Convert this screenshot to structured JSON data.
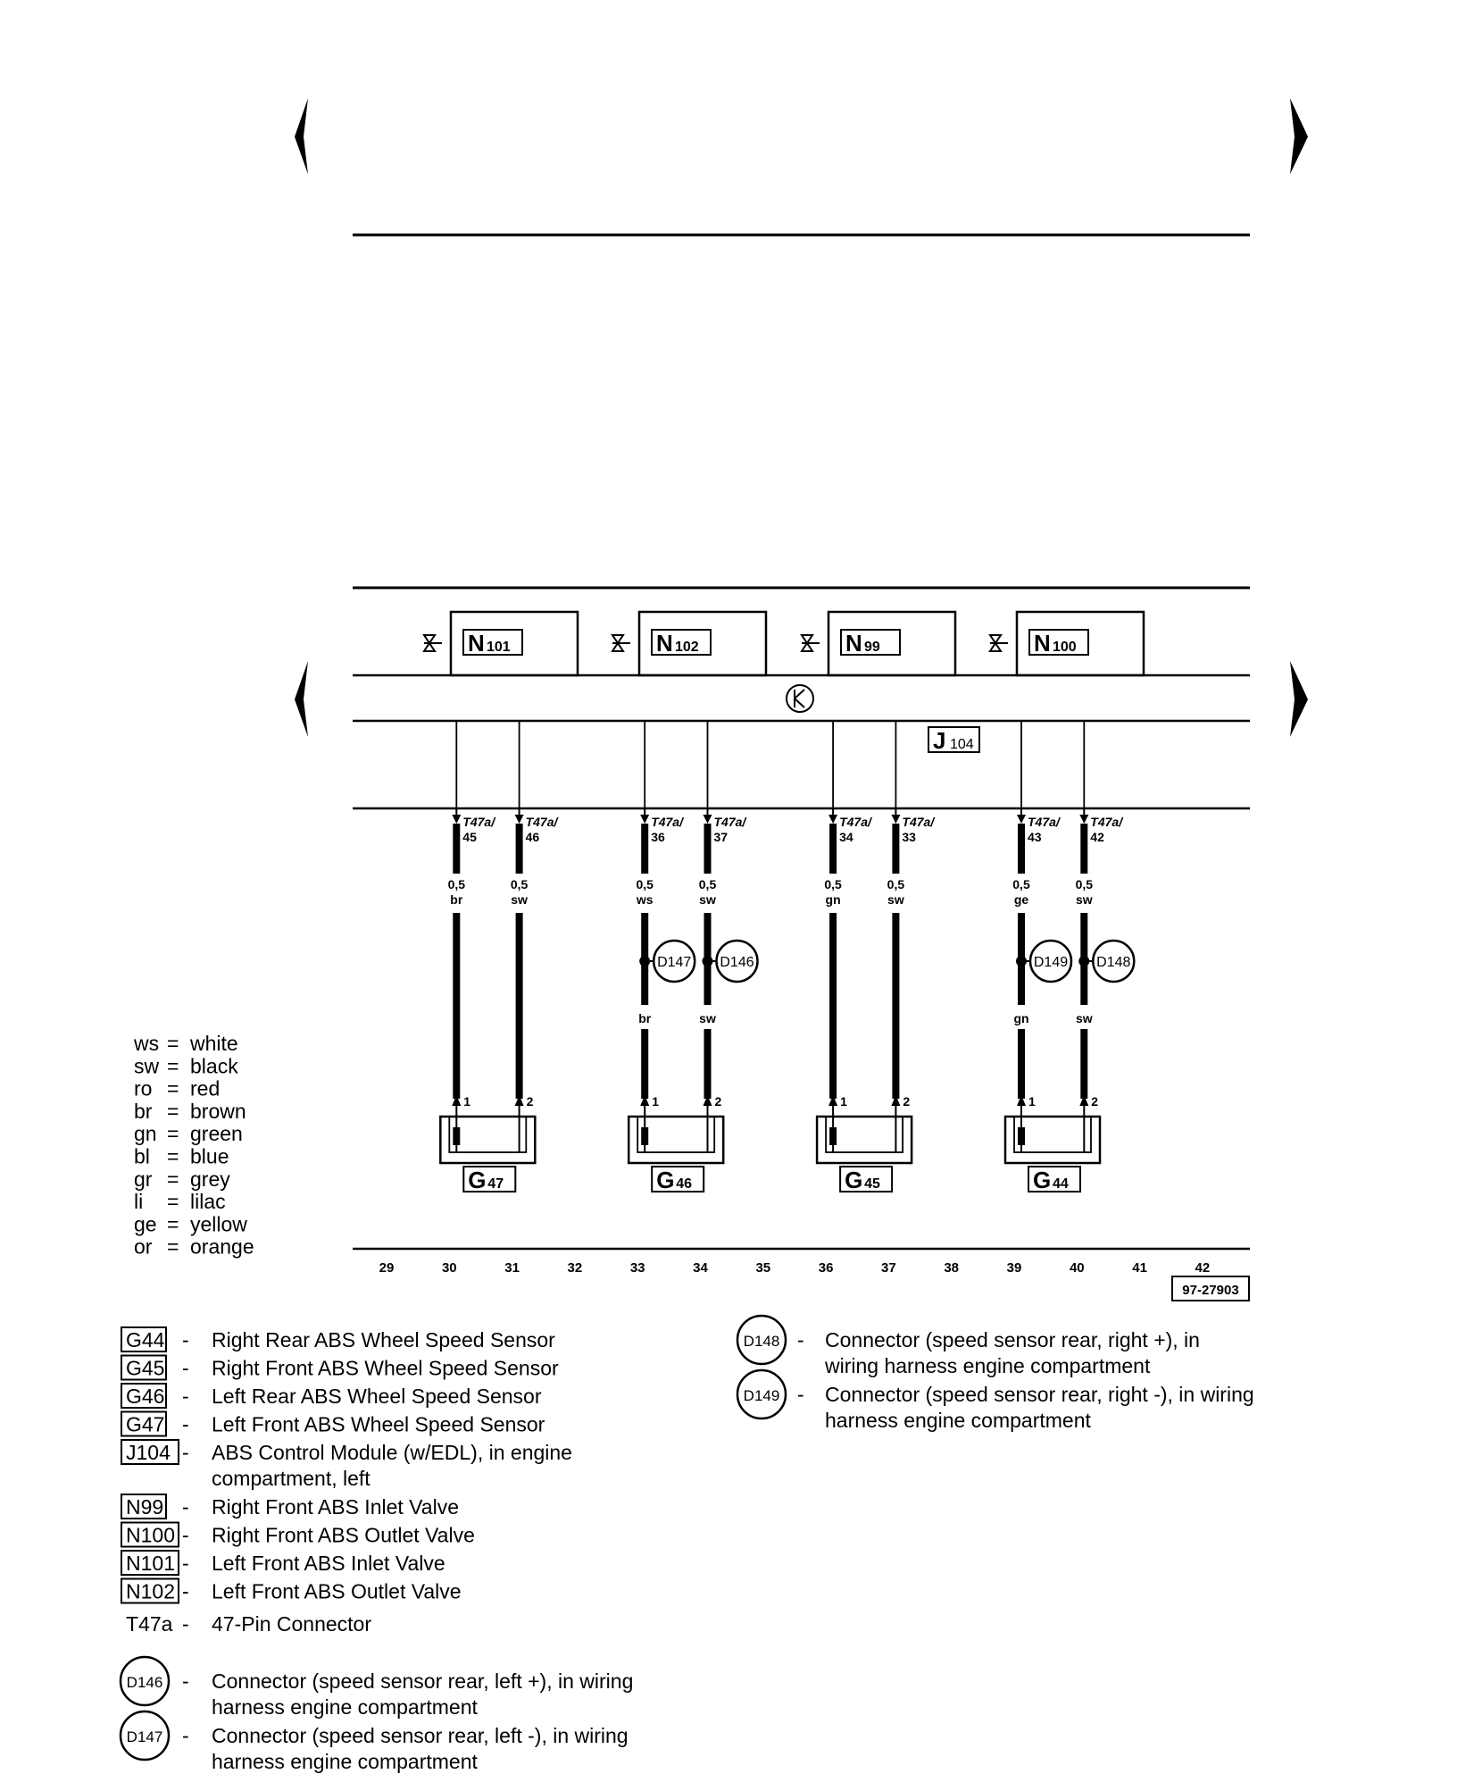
{
  "components": [
    {
      "id": "N",
      "sub": "101"
    },
    {
      "id": "N",
      "sub": "102"
    },
    {
      "id": "N",
      "sub": "99"
    },
    {
      "id": "N",
      "sub": "100"
    }
  ],
  "control_module": {
    "id": "J",
    "sub": "104"
  },
  "pins": [
    {
      "conn": "T47a/",
      "num": "45",
      "size": "0,5",
      "color": "br",
      "lower": "",
      "x": 30
    },
    {
      "conn": "T47a/",
      "num": "46",
      "size": "0,5",
      "color": "sw",
      "lower": "",
      "x": 31
    },
    {
      "conn": "T47a/",
      "num": "36",
      "size": "0,5",
      "color": "ws",
      "lower": "br",
      "x": 33
    },
    {
      "conn": "T47a/",
      "num": "37",
      "size": "0,5",
      "color": "sw",
      "lower": "sw",
      "x": 34
    },
    {
      "conn": "T47a/",
      "num": "34",
      "size": "0,5",
      "color": "gn",
      "lower": "",
      "x": 36
    },
    {
      "conn": "T47a/",
      "num": "33",
      "size": "0,5",
      "color": "sw",
      "lower": "",
      "x": 37
    },
    {
      "conn": "T47a/",
      "num": "43",
      "size": "0,5",
      "color": "ge",
      "lower": "gn",
      "x": 39
    },
    {
      "conn": "T47a/",
      "num": "42",
      "size": "0,5",
      "color": "sw",
      "lower": "sw",
      "x": 40
    }
  ],
  "inline_connectors": [
    "D147",
    "D146",
    "D149",
    "D148"
  ],
  "sensors": [
    {
      "id": "G",
      "sub": "47",
      "pin1": "1",
      "pin2": "2"
    },
    {
      "id": "G",
      "sub": "46",
      "pin1": "1",
      "pin2": "2"
    },
    {
      "id": "G",
      "sub": "45",
      "pin1": "1",
      "pin2": "2"
    },
    {
      "id": "G",
      "sub": "44",
      "pin1": "1",
      "pin2": "2"
    }
  ],
  "color_key": [
    {
      "code": "ws",
      "eq": "=",
      "name": "white"
    },
    {
      "code": "sw",
      "eq": "=",
      "name": "black"
    },
    {
      "code": "ro",
      "eq": "=",
      "name": "red"
    },
    {
      "code": "br",
      "eq": "=",
      "name": "brown"
    },
    {
      "code": "gn",
      "eq": "=",
      "name": "green"
    },
    {
      "code": "bl",
      "eq": "=",
      "name": "blue"
    },
    {
      "code": "gr",
      "eq": "=",
      "name": "grey"
    },
    {
      "code": "li",
      "eq": "=",
      "name": "lilac"
    },
    {
      "code": "ge",
      "eq": "=",
      "name": "yellow"
    },
    {
      "code": "or",
      "eq": "=",
      "name": "orange"
    }
  ],
  "grid_numbers": [
    "29",
    "30",
    "31",
    "32",
    "33",
    "34",
    "35",
    "36",
    "37",
    "38",
    "39",
    "40",
    "41",
    "42"
  ],
  "figure_id": "97-27903",
  "legend_left": [
    {
      "code": "G44",
      "dash": "-",
      "lines": [
        "Right Rear ABS Wheel Speed Sensor"
      ]
    },
    {
      "code": "G45",
      "dash": "-",
      "lines": [
        "Right Front ABS Wheel Speed Sensor"
      ]
    },
    {
      "code": "G46",
      "dash": "-",
      "lines": [
        "Left Rear ABS Wheel Speed Sensor"
      ]
    },
    {
      "code": "G47",
      "dash": "-",
      "lines": [
        "Left Front ABS Wheel Speed Sensor"
      ]
    },
    {
      "code": "J104",
      "dash": "-",
      "lines": [
        "ABS Control Module (w/EDL), in engine",
        "compartment, left"
      ]
    },
    {
      "code": "N99",
      "dash": "-",
      "lines": [
        "Right Front ABS Inlet Valve"
      ]
    },
    {
      "code": "N100",
      "dash": "-",
      "lines": [
        "Right Front ABS Outlet Valve"
      ]
    },
    {
      "code": "N101",
      "dash": "-",
      "lines": [
        "Left Front ABS Inlet Valve"
      ]
    },
    {
      "code": "N102",
      "dash": "-",
      "lines": [
        "Left Front ABS Outlet Valve"
      ]
    }
  ],
  "legend_t47a": {
    "code": "T47a",
    "dash": "-",
    "text": "47-Pin Connector"
  },
  "legend_circles_left": [
    {
      "code": "D146",
      "dash": "-",
      "lines": [
        "Connector (speed sensor rear, left +), in wiring",
        "harness engine compartment"
      ]
    },
    {
      "code": "D147",
      "dash": "-",
      "lines": [
        "Connector (speed sensor rear, left -), in wiring",
        "harness engine compartment"
      ]
    }
  ],
  "legend_circles_right": [
    {
      "code": "D148",
      "dash": "-",
      "lines": [
        "Connector (speed sensor rear, right +), in",
        "wiring harness engine compartment"
      ]
    },
    {
      "code": "D149",
      "dash": "-",
      "lines": [
        "Connector (speed sensor rear, right -), in wiring",
        "harness engine compartment"
      ]
    }
  ]
}
